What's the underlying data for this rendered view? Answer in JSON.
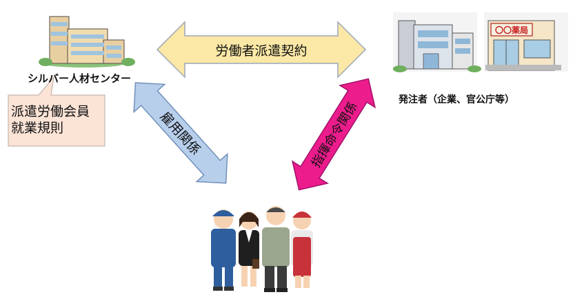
{
  "diagram": {
    "center": {
      "name": "シルバー人材センター"
    },
    "client": {
      "name": "発注者（企業、官公庁等）",
      "shop_sign": "〇〇薬局"
    },
    "callout": {
      "line1": "派遣労働会員",
      "line2": "就業規則"
    },
    "relations": {
      "top": "労働者派遣契約",
      "left": "雇用関係",
      "right": "指揮命令関係"
    },
    "colors": {
      "top_arrow": "#FBE8A6",
      "left_arrow": "#B8CFEC",
      "right_arrow": "#EC1C8C",
      "callout_fill": "#FBE3D6"
    },
    "icons": [
      "office-building-icon",
      "shop-buildings-icon",
      "workers-group-icon"
    ]
  }
}
